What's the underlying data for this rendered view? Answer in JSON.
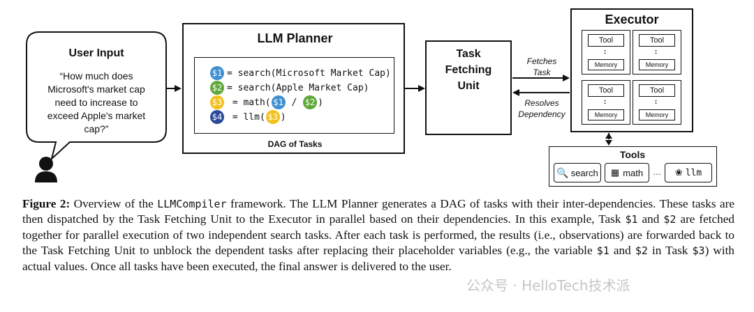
{
  "user_input": {
    "title": "User Input",
    "quote": "“How much does Microsoft's market cap need to increase to exceed Apple's market cap?”"
  },
  "planner": {
    "title": "LLM Planner",
    "dag_label": "DAG of Tasks",
    "lines": [
      {
        "var": "$1",
        "code": " = search(Microsoft Market Cap)"
      },
      {
        "var": "$2",
        "code": " = search(Apple Market Cap)"
      },
      {
        "var": "$3",
        "code": " = math(",
        "arg1": "$1",
        "sep": " / ",
        "arg2": "$2",
        "end": ")"
      },
      {
        "var": "$4",
        "code": " = llm(",
        "arg1": "$3",
        "end": ")"
      }
    ]
  },
  "fetching_unit": {
    "title_l1": "Task",
    "title_l2": "Fetching",
    "title_l3": "Unit"
  },
  "arrows": {
    "fetches_l1": "Fetches",
    "fetches_l2": "Task",
    "resolves_l1": "Resolves",
    "resolves_l2": "Dependency"
  },
  "executor": {
    "title": "Executor",
    "tool_label": "Tool",
    "memory_label": "Memory"
  },
  "tools": {
    "title": "Tools",
    "search": "search",
    "math": "math",
    "ellipsis": "…",
    "llm": "llm"
  },
  "caption": {
    "label": "Figure 2:",
    "t1": " Overview of the ",
    "framework": "LLMCompiler",
    "t2": " framework. The LLM Planner generates a DAG of tasks with their inter-dependencies. These tasks are then dispatched by the Task Fetching Unit to the Executor in parallel based on their dependencies. In this example, Task ",
    "v1": "$1",
    "t3": " and ",
    "v2": "$2",
    "t4": " are fetched together for parallel execution of two independent search tasks. After each task is performed, the results (i.e., observations) are forwarded back to the Task Fetching Unit to unblock the dependent tasks after replacing their placeholder variables (e.g., the variable ",
    "v3": "$1",
    "t5": " and ",
    "v4": "$2",
    "t6": " in Task ",
    "v5": "$3",
    "t7": ") with actual values. Once all tasks have been executed, the final answer is delivered to the user."
  },
  "watermark": "公众号 · HelloTech技术派"
}
